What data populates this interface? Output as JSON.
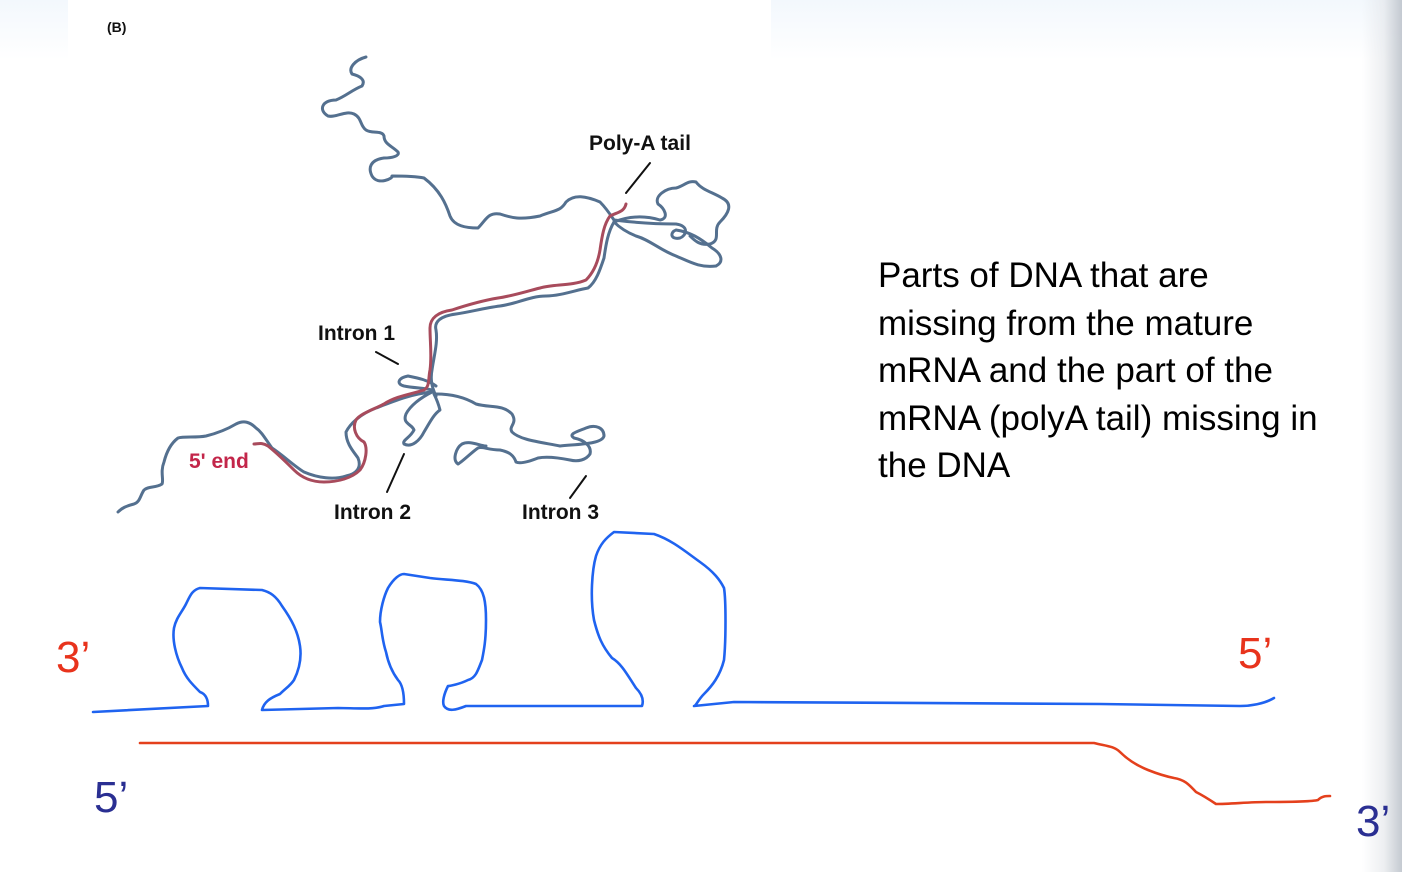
{
  "figure": {
    "panel_label": "(B)",
    "labels": {
      "poly_a_tail": "Poly-A  tail",
      "intron_1": "Intron 1",
      "intron_2": "Intron 2",
      "intron_3": "Intron 3",
      "five_prime_end": "5' end"
    },
    "colors": {
      "dna_strand": "#54708f",
      "mrna_strand": "#a84b5c",
      "five_end_label": "#c3264a"
    }
  },
  "explanation": {
    "text": "Parts of DNA  that are missing from the mature mRNA and the part of the mRNA (polyA tail) missing in the DNA"
  },
  "drawing": {
    "dna_top_strand": {
      "left_end_label": "3’",
      "right_end_label": "5’",
      "label_color": "#e8331c",
      "stroke_color": "#1f63f0",
      "loops": 3
    },
    "mrna_bottom_strand": {
      "left_end_label": "5’",
      "right_end_label": "3’",
      "label_color": "#2a2f92",
      "stroke_color": "#e4401c"
    }
  }
}
